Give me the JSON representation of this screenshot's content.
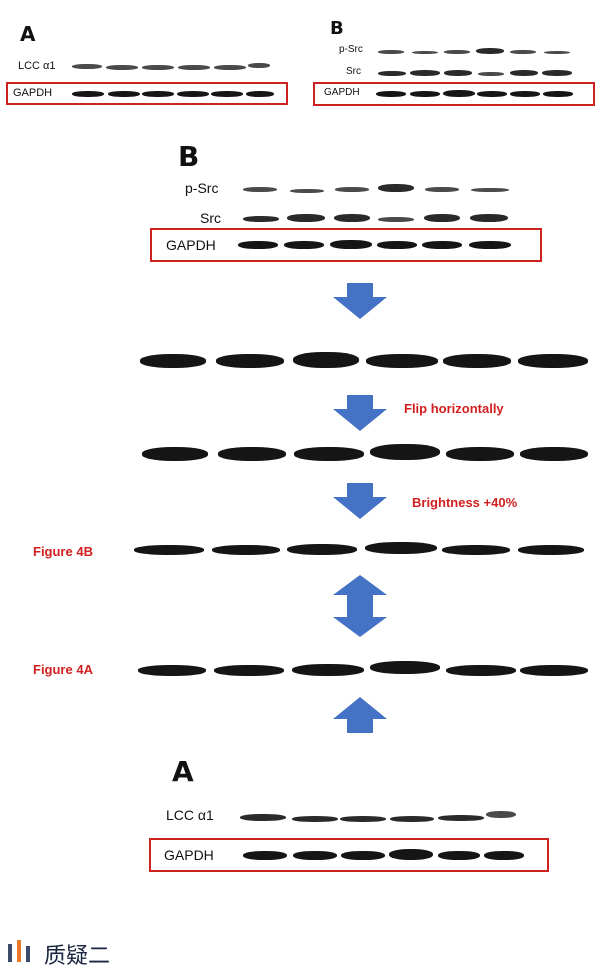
{
  "top_left": {
    "letter": "A",
    "row1_label": "LCC α1",
    "row2_label": "GAPDH"
  },
  "top_right": {
    "letter": "B",
    "row1_label": "p-Src",
    "row2_label": "Src",
    "row3_label": "GAPDH"
  },
  "middle_b": {
    "letter": "B",
    "row1_label": "p-Src",
    "row2_label": "Src",
    "row3_label": "GAPDH"
  },
  "steps": {
    "flip_label": "Flip horizontally",
    "brightness_label": "Brightness +40%"
  },
  "compare": {
    "fig4b_label": "Figure 4B",
    "fig4a_label": "Figure 4A"
  },
  "bottom_a": {
    "letter": "A",
    "row1_label": "LCC α1",
    "row2_label": "GAPDH"
  },
  "footer": {
    "brand": "质疑二"
  },
  "colors": {
    "box_red": "#cc2222",
    "text_red": "#d21f1f",
    "arrow_blue": "#4472c4",
    "logo_dark": "#3a4a6a",
    "logo_orange": "#e87a2a"
  }
}
